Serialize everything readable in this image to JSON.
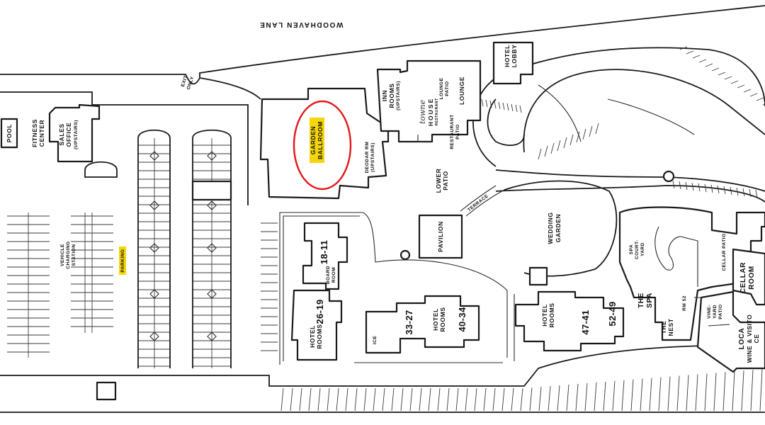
{
  "streets": {
    "woodhaven": "WOODHAVEN LANE",
    "exit": "EXIT",
    "only": "ONLY"
  },
  "labels": {
    "pool": "POOL",
    "fitness": [
      "FITNESS",
      "CENTER"
    ],
    "sales": [
      "SALES",
      "OFFICE",
      "(UPSTAIRS)"
    ],
    "vehicle": [
      "VEHICLE",
      "CHARGING",
      "STATION"
    ],
    "parking": "PARKING",
    "garden_ballroom": [
      "GARDEN",
      "BALLROOM"
    ],
    "deodar": [
      "DEODAR RM",
      "(UPSTAIRS)"
    ],
    "inn_rooms": [
      "INN",
      "ROOMS",
      "(UPSTAIRS)"
    ],
    "towne_house": [
      "towne",
      "HOUSE",
      "RESTAURANT"
    ],
    "lounge_patio": [
      "LOUNGE",
      "PATIO"
    ],
    "lounge": "LOUNGE",
    "restaurant_patio": [
      "RESTAURANT",
      "PATIO"
    ],
    "hotel_lobby": [
      "HOTEL",
      "LOBBY"
    ],
    "lower_patio": [
      "LOWER",
      "PATIO"
    ],
    "terrace": "TERRACE",
    "pavilion": "PAVILION",
    "wedding_garden": [
      "WEDDING",
      "GARDEN"
    ],
    "rooms_18_11": "18-11",
    "board_room": [
      "BOARD",
      "ROOM"
    ],
    "rooms_26_19": "26-19",
    "hotel_rooms_a": [
      "HOTEL",
      "ROOMS"
    ],
    "ice": "ICE",
    "rooms_33_27": "33-27",
    "hotel_rooms_b": [
      "HOTEL",
      "ROOMS"
    ],
    "rooms_40_34": "40-34",
    "hotel_rooms_c": [
      "HOTEL",
      "ROOMS"
    ],
    "rooms_47_41": "47-41",
    "rooms_52_49": "52-49",
    "spa_courtyard": [
      "SPA",
      "COURT-",
      "YARD"
    ],
    "the_spa": [
      "THE",
      "SPA"
    ],
    "the_nest": [
      "THE",
      "NEST"
    ],
    "rm52": "RM 52",
    "vineyard_patio": [
      "VINE-",
      "YARD",
      "PATIO"
    ],
    "cellar_patio": "CELLAR PATIO",
    "cellar_room": [
      "CELLAR",
      "ROOM"
    ],
    "loca": [
      "LOCA",
      "WINE & VISITO",
      "CE"
    ]
  },
  "highlight": {
    "target": "GARDEN BALLROOM",
    "marker_color": "#e3161b",
    "label_fill": "#f5d60a"
  },
  "colors": {
    "line": "#1a1a1a",
    "background": "#ffffff"
  }
}
